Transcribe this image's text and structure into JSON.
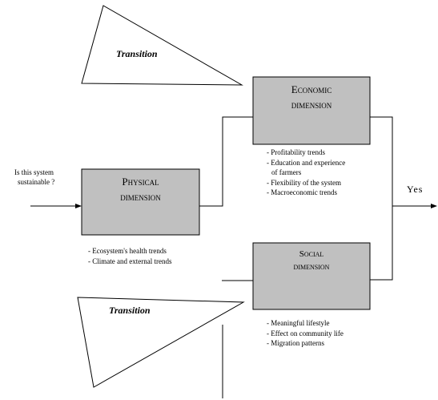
{
  "question": [
    "Is this system",
    "sustainable ?"
  ],
  "outcome": "Yes",
  "transitions": [
    "Transition",
    "Transition"
  ],
  "boxes": {
    "physical": {
      "lines": [
        "Physical",
        "dimension"
      ]
    },
    "economic": {
      "lines": [
        "Economic",
        "dimension"
      ]
    },
    "social": {
      "lines": [
        "Social",
        "dimension"
      ]
    }
  },
  "bullets": {
    "physical": [
      "Ecosystem's health trends",
      "Climate and external trends"
    ],
    "economic": [
      "Profitability trends",
      "Education and experience",
      "of farmers",
      "Flexibility of the system",
      "Macroeconomic trends"
    ],
    "social": [
      "Meaningful lifestyle",
      "Effect on community life",
      "Migration patterns"
    ]
  },
  "colors": {
    "box_fill": "#c0c0c0",
    "line": "#000000",
    "background": "#ffffff"
  }
}
